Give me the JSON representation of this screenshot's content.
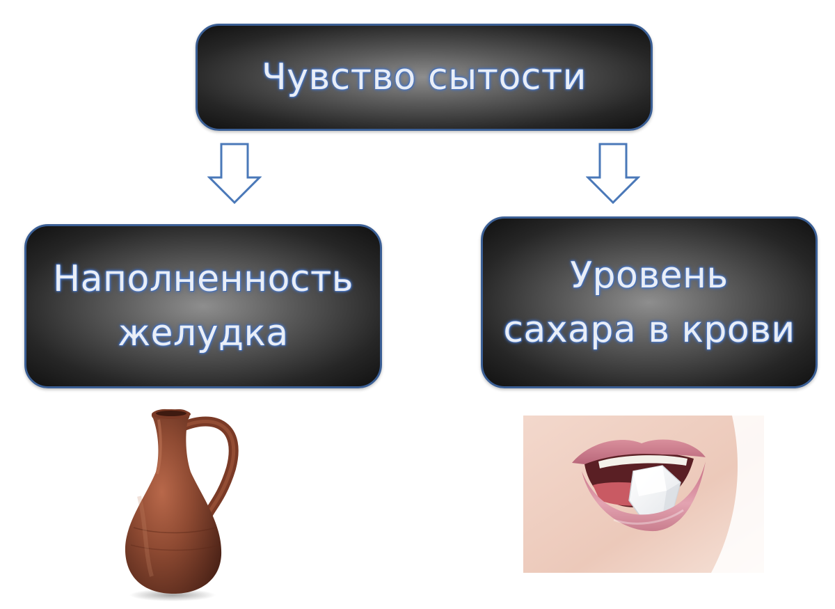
{
  "diagram": {
    "top_node": {
      "label": "Чувство сытости"
    },
    "left_node": {
      "line1": "Наполненность",
      "line2": "желудка"
    },
    "right_node": {
      "line1": "Уровень",
      "line2": "сахара в крови"
    },
    "images": {
      "left": "clay-jug-image",
      "right": "mouth-with-sugar-cube-image"
    },
    "colors": {
      "box_border": "#3b5f95",
      "box_fill_dark": "#111111",
      "box_fill_light": "#8e8e8e",
      "arrow_stroke": "#4a78b8",
      "text": "#e9eef7",
      "text_glow": "#4a78c8"
    }
  }
}
